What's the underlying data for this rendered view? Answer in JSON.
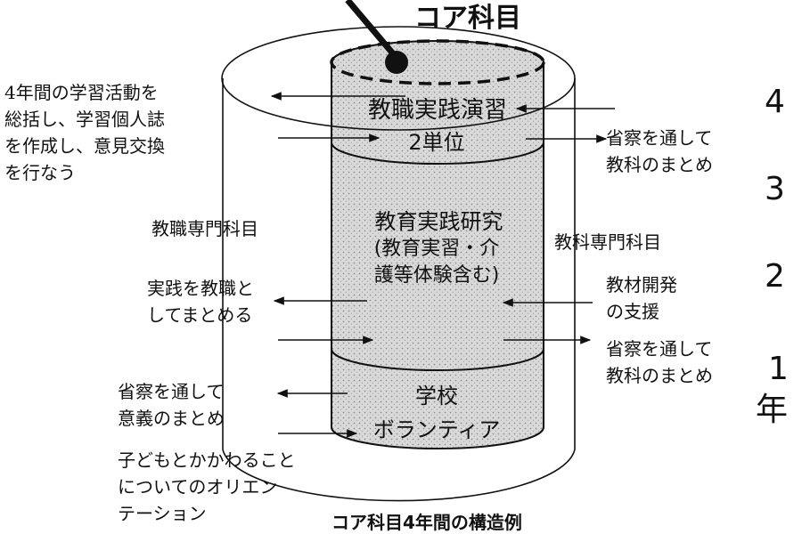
{
  "core_subject_title": "コア科目",
  "inner_cylinder": {
    "top_section_title": "教職実践演習",
    "top_section_credits": "2単位",
    "middle_section_line1": "教育実践研究",
    "middle_section_line2": "(教育実習・介",
    "middle_section_line3": "護等体験含む)",
    "bottom_section_line1": "学校",
    "bottom_section_line2": "ボランティア"
  },
  "left_side": {
    "top_note_line1": "4年間の学習活動を",
    "top_note_line2": "総括し、学習個人誌",
    "top_note_line3": "を作成し、意見交換",
    "top_note_line4": "を行なう",
    "category_label": "教職専門科目",
    "practice_note_line1": "実践を教職と",
    "practice_note_line2": "してまとめる",
    "reflection_note_line1": "省察を通して",
    "reflection_note_line2": "意義のまとめ",
    "orientation_line1": "子どもとかかわること",
    "orientation_line2": "についてのオリエン",
    "orientation_line3": "テーション"
  },
  "right_side": {
    "top_reflection_line1": "省察を通して",
    "top_reflection_line2": "教科のまとめ",
    "category_label": "教科専門科目",
    "material_line1": "教材開発",
    "material_line2": "の支援",
    "bottom_reflection_line1": "省察を通して",
    "bottom_reflection_line2": "教科のまとめ"
  },
  "year_scale": {
    "year4": "4",
    "year3": "3",
    "year2": "2",
    "year1": "1",
    "unit": "年"
  },
  "caption": "コア科目4年間の構造例",
  "colors": {
    "line": "#111111",
    "inner_fill": "#d9d9d9",
    "background": "#ffffff"
  }
}
